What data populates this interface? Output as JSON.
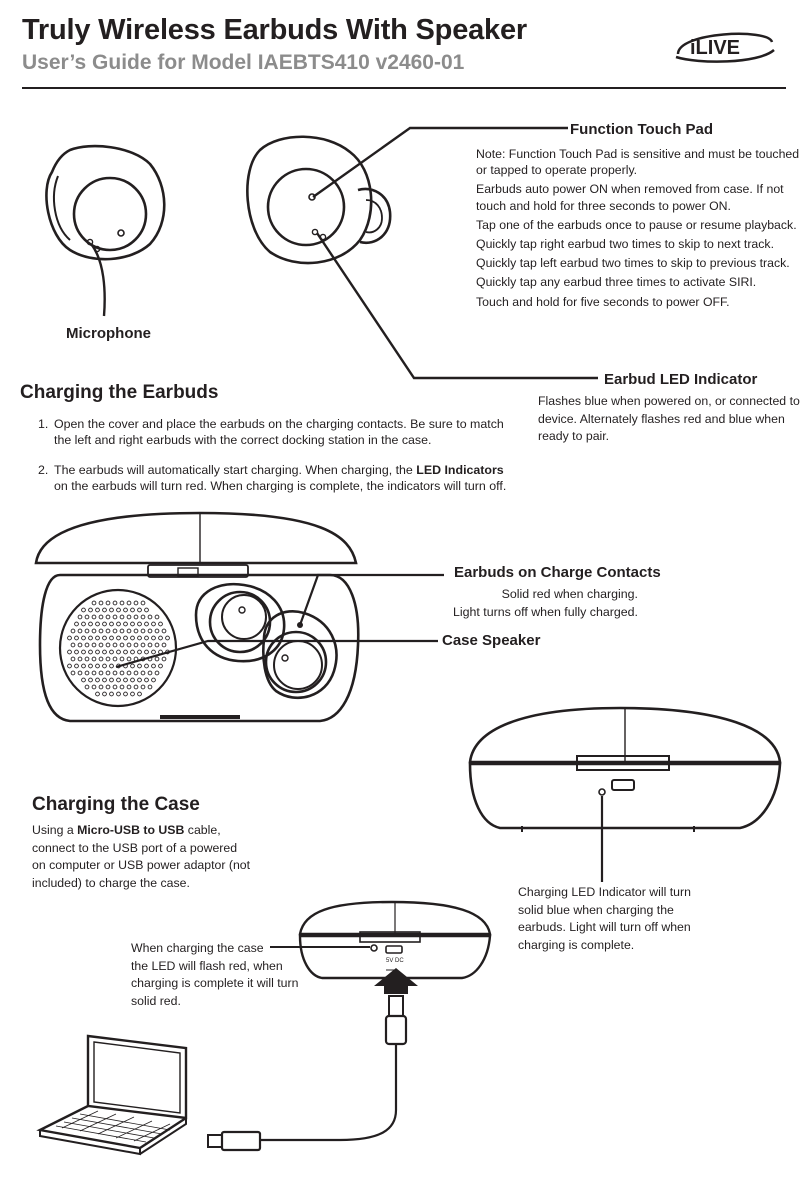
{
  "header": {
    "title": "Truly Wireless Earbuds With Speaker",
    "subtitle": "User’s Guide for Model IAEBTS410 v2460-01",
    "logo_text": "iLIVE"
  },
  "earbuds_diagram": {
    "microphone_label": "Microphone",
    "function_touch_pad_label": "Function Touch Pad",
    "touch_pad_notes": [
      "Note: Function Touch Pad is sensitive and must be touched",
      "or tapped to operate properly.",
      "Earbuds auto power ON when removed from case. If not",
      "touch and hold for three seconds to power ON.",
      "Tap one of the earbuds once to pause or resume playback.",
      "Quickly tap right earbud two times to skip to next track.",
      "Quickly tap left earbud two times to skip to previous track.",
      "Quickly tap any earbud three times to activate SIRI.",
      "Touch and hold for five seconds to power OFF."
    ],
    "led_indicator_label": "Earbud LED Indicator",
    "led_indicator_notes": [
      "Flashes blue when powered on, or connected to",
      "device. Alternately flashes red and blue when",
      "ready to pair."
    ]
  },
  "charging_earbuds": {
    "heading": "Charging the Earbuds",
    "steps": [
      {
        "num": "1.",
        "text": "Open the cover and place the earbuds on the charging contacts. Be sure to match the left and right earbuds with the correct docking station in the case."
      },
      {
        "num": "2.",
        "text_before": "The earbuds will automatically start charging. When charging, the ",
        "bold": "LED Indicators",
        "text_after": " on the earbuds will turn red. When charging is complete, the indicators will turn off."
      }
    ],
    "contacts_label": "Earbuds on Charge Contacts",
    "contacts_notes": [
      "Solid red when charging.",
      "Light turns off when fully charged."
    ],
    "speaker_label": "Case Speaker"
  },
  "charging_case": {
    "heading": "Charging the Case",
    "intro_before": "Using a ",
    "intro_bold": "Micro-USB to USB",
    "intro_after": " cable,",
    "intro_lines": [
      "connect to the USB port of a powered",
      "on computer or USB power adaptor (not",
      "included) to charge the case."
    ],
    "case_led_notes": [
      "Charging LED Indicator will turn",
      "solid blue when charging the",
      "earbuds. Light will turn off when",
      "charging is complete."
    ],
    "flash_notes": [
      "When charging the case",
      "the LED will flash red, when",
      "charging is complete it will turn",
      "solid red."
    ],
    "port_label": "5V DC"
  }
}
